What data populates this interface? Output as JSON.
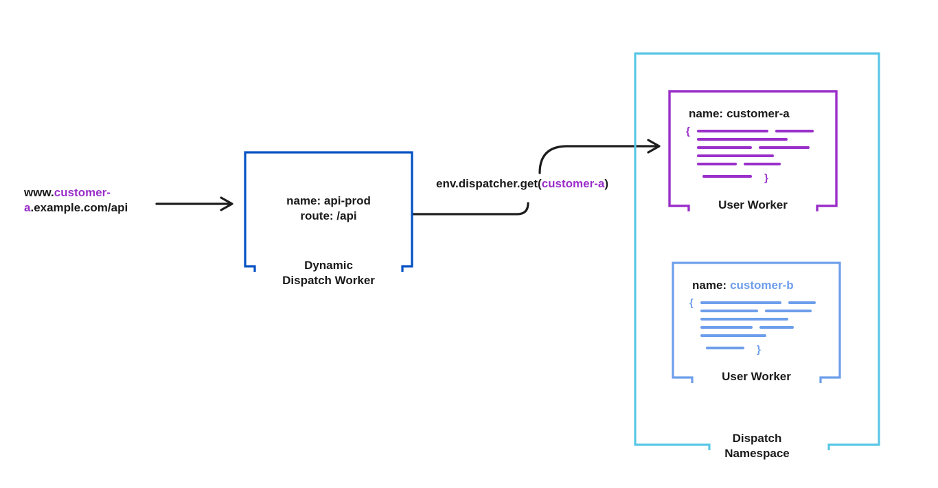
{
  "request_url": {
    "line1": {
      "black": "www.",
      "purple": "customer-"
    },
    "line2": {
      "purple": "a",
      "black": ".example.com/api"
    }
  },
  "dispatch_worker": {
    "name": "name: api-prod",
    "route": "route: /api",
    "caption_line1": "Dynamic",
    "caption_line2": "Dispatch Worker"
  },
  "dispatcher_call": {
    "prefix": "env.dispatcher.get(",
    "argument": "customer-a",
    "suffix": ")"
  },
  "namespace": {
    "caption_line1": "Dispatch",
    "caption_line2": "Namespace"
  },
  "workers": {
    "a": {
      "name_label": "name:",
      "name_value": "customer-a",
      "caption": "User Worker",
      "brace_open": "{",
      "brace_close": "}"
    },
    "b": {
      "name_label": "name:",
      "name_value": "customer-b",
      "caption": "User Worker",
      "brace_open": "{",
      "brace_close": "}"
    }
  },
  "colors": {
    "ink": "#1a1a1a",
    "purple_accent": "#9a2fc9",
    "dispatch_worker_border": "#0051c3",
    "namespace_border": "#59c7e6",
    "customer_b_accent": "#6d9eeb"
  }
}
